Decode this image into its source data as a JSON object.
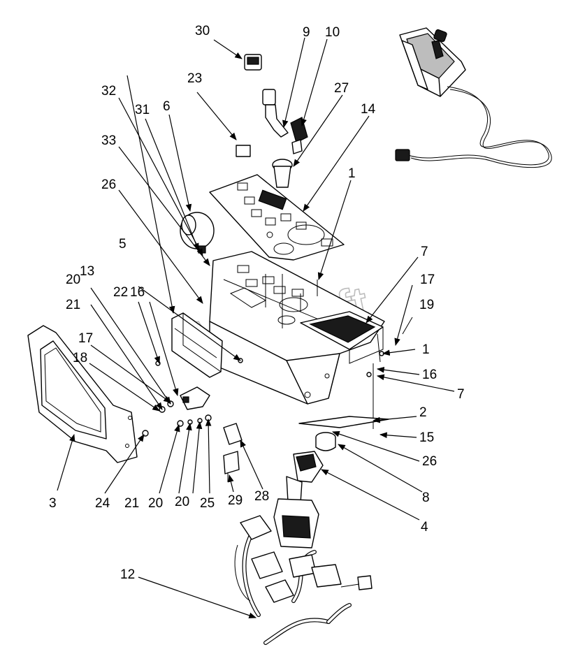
{
  "watermark": "AutoSoft",
  "callouts": {
    "c1a": "1",
    "c1b": "1",
    "c2": "2",
    "c3": "3",
    "c4": "4",
    "c5": "5",
    "c6": "6",
    "c7a": "7",
    "c7b": "7",
    "c8": "8",
    "c9": "9",
    "c10": "10",
    "c12": "12",
    "c13": "13",
    "c14": "14",
    "c15": "15",
    "c16a": "16",
    "c16b": "16",
    "c17a": "17",
    "c17b": "17",
    "c18": "18",
    "c19": "19",
    "c20a": "20",
    "c20b": "20",
    "c20c": "20",
    "c21a": "21",
    "c21b": "21",
    "c22": "22",
    "c23": "23",
    "c24": "24",
    "c25": "25",
    "c26a": "26",
    "c26b": "26",
    "c27": "27",
    "c28": "28",
    "c29": "29",
    "c30": "30",
    "c31": "31",
    "c32": "32",
    "c33": "33"
  }
}
